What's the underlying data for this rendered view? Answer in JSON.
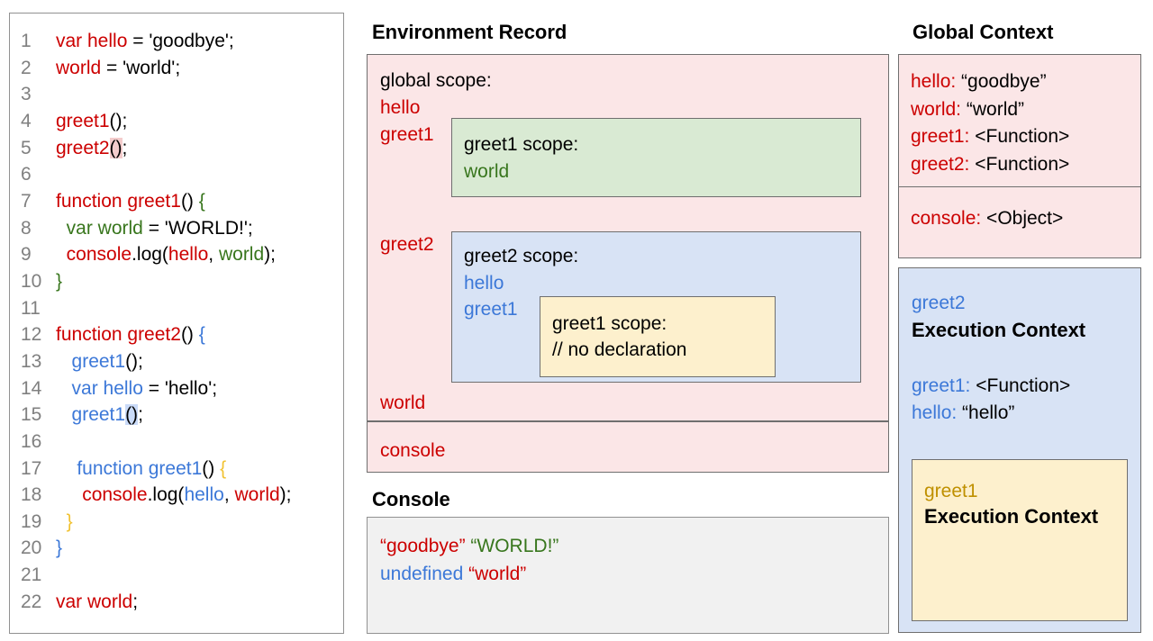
{
  "palette": {
    "code_red": "#cc0000",
    "code_green": "#38761d",
    "code_blue": "#3c78d8",
    "code_gold": "#f1c232",
    "gold_dark": "#bf9000",
    "line_number_gray": "#808080",
    "pink_bg": "#fbe6e7",
    "green_bg": "#d9ead3",
    "blue_bg": "#d8e3f5",
    "yellow_bg": "#fdf0cd",
    "console_bg": "#f1f1f1",
    "highlight_red": "#f4cccc",
    "highlight_blue": "#c9daf8",
    "box_border": "#6f6f6f"
  },
  "code_panel": {
    "lines": [
      {
        "n": "1",
        "s": [
          [
            "var hello",
            "red"
          ],
          [
            " = 'goodbye';",
            "black"
          ]
        ]
      },
      {
        "n": "2",
        "s": [
          [
            "world",
            "red"
          ],
          [
            " = 'world';",
            "black"
          ]
        ]
      },
      {
        "n": "3",
        "s": []
      },
      {
        "n": "4",
        "s": [
          [
            "greet1",
            "red"
          ],
          [
            "();",
            "black"
          ]
        ]
      },
      {
        "n": "5",
        "s": [
          [
            "greet2",
            "red"
          ],
          [
            "()",
            "black hl-red"
          ],
          [
            ";",
            "black"
          ]
        ]
      },
      {
        "n": "6",
        "s": []
      },
      {
        "n": "7",
        "s": [
          [
            "function greet1",
            "red"
          ],
          [
            "() ",
            "black"
          ],
          [
            "{",
            "green"
          ]
        ]
      },
      {
        "n": "8",
        "s": [
          [
            "  ",
            "black"
          ],
          [
            "var world",
            "green"
          ],
          [
            " = 'WORLD!';",
            "black"
          ]
        ]
      },
      {
        "n": "9",
        "s": [
          [
            "  ",
            "black"
          ],
          [
            "console",
            "red"
          ],
          [
            ".log(",
            "black"
          ],
          [
            "hello",
            "red"
          ],
          [
            ", ",
            "black"
          ],
          [
            "world",
            "green"
          ],
          [
            ");",
            "black"
          ]
        ]
      },
      {
        "n": "10",
        "s": [
          [
            "}",
            "green"
          ]
        ]
      },
      {
        "n": "11",
        "s": []
      },
      {
        "n": "12",
        "s": [
          [
            "function greet2",
            "red"
          ],
          [
            "() ",
            "black"
          ],
          [
            "{",
            "blue"
          ]
        ]
      },
      {
        "n": "13",
        "s": [
          [
            "   ",
            "black"
          ],
          [
            "greet1",
            "blue"
          ],
          [
            "();",
            "black"
          ]
        ]
      },
      {
        "n": "14",
        "s": [
          [
            "   ",
            "black"
          ],
          [
            "var hello",
            "blue"
          ],
          [
            " = 'hello';",
            "black"
          ]
        ]
      },
      {
        "n": "15",
        "s": [
          [
            "   ",
            "black"
          ],
          [
            "greet1",
            "blue"
          ],
          [
            "()",
            "black hl-blue"
          ],
          [
            ";",
            "black"
          ]
        ]
      },
      {
        "n": "16",
        "s": []
      },
      {
        "n": "17",
        "s": [
          [
            "    ",
            "black"
          ],
          [
            "function greet1",
            "blue"
          ],
          [
            "() ",
            "black"
          ],
          [
            "{",
            "gold"
          ]
        ]
      },
      {
        "n": "18",
        "s": [
          [
            "     ",
            "black"
          ],
          [
            "console",
            "red"
          ],
          [
            ".log(",
            "black"
          ],
          [
            "hello",
            "blue"
          ],
          [
            ", ",
            "black"
          ],
          [
            "world",
            "red"
          ],
          [
            ");",
            "black"
          ]
        ]
      },
      {
        "n": "19",
        "s": [
          [
            "  ",
            "black"
          ],
          [
            "}",
            "gold"
          ]
        ]
      },
      {
        "n": "20",
        "s": [
          [
            "}",
            "blue"
          ]
        ]
      },
      {
        "n": "21",
        "s": []
      },
      {
        "n": "22",
        "s": [
          [
            "var world",
            "red"
          ],
          [
            ";",
            "black"
          ]
        ]
      }
    ]
  },
  "environment_record": {
    "title": "Environment Record",
    "global_scope_label": "global scope:",
    "hello": "hello",
    "greet1": "greet1",
    "greet2": "greet2",
    "world": "world",
    "console": "console",
    "greet1_scope": {
      "label": "greet1 scope:",
      "world": "world"
    },
    "greet2_scope": {
      "label": "greet2 scope:",
      "hello": "hello",
      "greet1": "greet1",
      "greet1_scope": {
        "label": "greet1 scope:",
        "comment": "// no declaration"
      }
    }
  },
  "console_panel": {
    "title": "Console",
    "lines": [
      [
        [
          "“goodbye”",
          "red"
        ],
        [
          " ",
          "black"
        ],
        [
          "“WORLD!”",
          "green"
        ]
      ],
      [
        [
          "undefined",
          "blue"
        ],
        [
          " ",
          "black"
        ],
        [
          "“world”",
          "red"
        ]
      ]
    ]
  },
  "global_context": {
    "title": "Global Context",
    "section1": [
      [
        [
          "hello:",
          "red"
        ],
        [
          " “goodbye”",
          "black"
        ]
      ],
      [
        [
          "world:",
          "red"
        ],
        [
          " “world”",
          "black"
        ]
      ],
      [
        [
          "greet1:",
          "red"
        ],
        [
          " <Function>",
          "black"
        ]
      ],
      [
        [
          "greet2:",
          "red"
        ],
        [
          " <Function>",
          "black"
        ]
      ]
    ],
    "section2": [
      [
        [
          "console:",
          "red"
        ],
        [
          " <Object>",
          "black"
        ]
      ]
    ]
  },
  "greet2_execution_context": {
    "name": "greet2",
    "label": "Execution Context",
    "entries": [
      [
        [
          "greet1:",
          "blue"
        ],
        [
          " <Function>",
          "black"
        ]
      ],
      [
        [
          "hello:",
          "blue"
        ],
        [
          " “hello”",
          "black"
        ]
      ]
    ],
    "greet1_execution_context": {
      "name": "greet1",
      "label": "Execution Context"
    }
  }
}
